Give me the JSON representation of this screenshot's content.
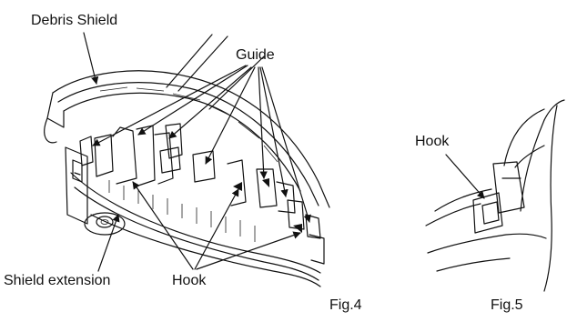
{
  "fig4": {
    "labels": {
      "debris_shield": "Debris Shield",
      "guide": "Guide",
      "shield_extension": "Shield extension",
      "hook": "Hook"
    },
    "caption": "Fig.4"
  },
  "fig5": {
    "labels": {
      "hook": "Hook"
    },
    "caption": "Fig.5"
  }
}
